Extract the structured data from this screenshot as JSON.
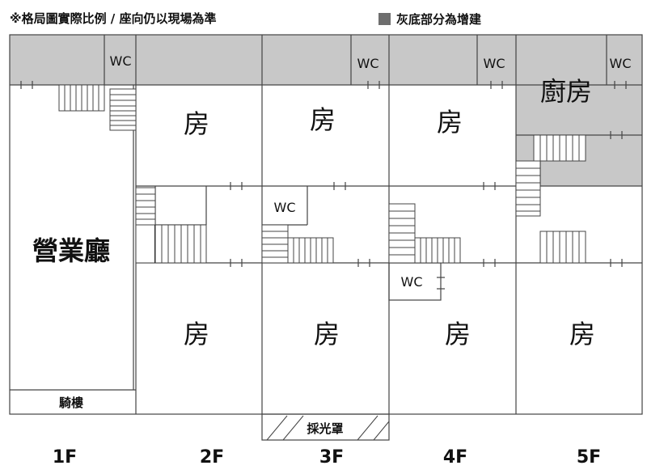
{
  "header": {
    "note": "※格局圖實際比例 / 座向仍以現場為準",
    "legend": "灰底部分為增建"
  },
  "colors": {
    "addition": "#c8c8c8",
    "wall": "#444444",
    "text": "#111111"
  },
  "floors": {
    "f1": {
      "label": "1F",
      "hall": "營業廳",
      "arcade": "騎樓",
      "wc": "WC"
    },
    "f2": {
      "label": "2F",
      "room_top": "房",
      "room_bottom": "房"
    },
    "f3": {
      "label": "3F",
      "room_top": "房",
      "room_bottom": "房",
      "wc_top": "WC",
      "wc_mid": "WC",
      "skylight": "採光罩"
    },
    "f4": {
      "label": "4F",
      "room_top": "房",
      "room_bottom": "房",
      "wc_top": "WC",
      "wc_mid": "WC"
    },
    "f5": {
      "label": "5F",
      "kitchen": "廚房",
      "room_bottom": "房",
      "wc": "WC"
    }
  }
}
